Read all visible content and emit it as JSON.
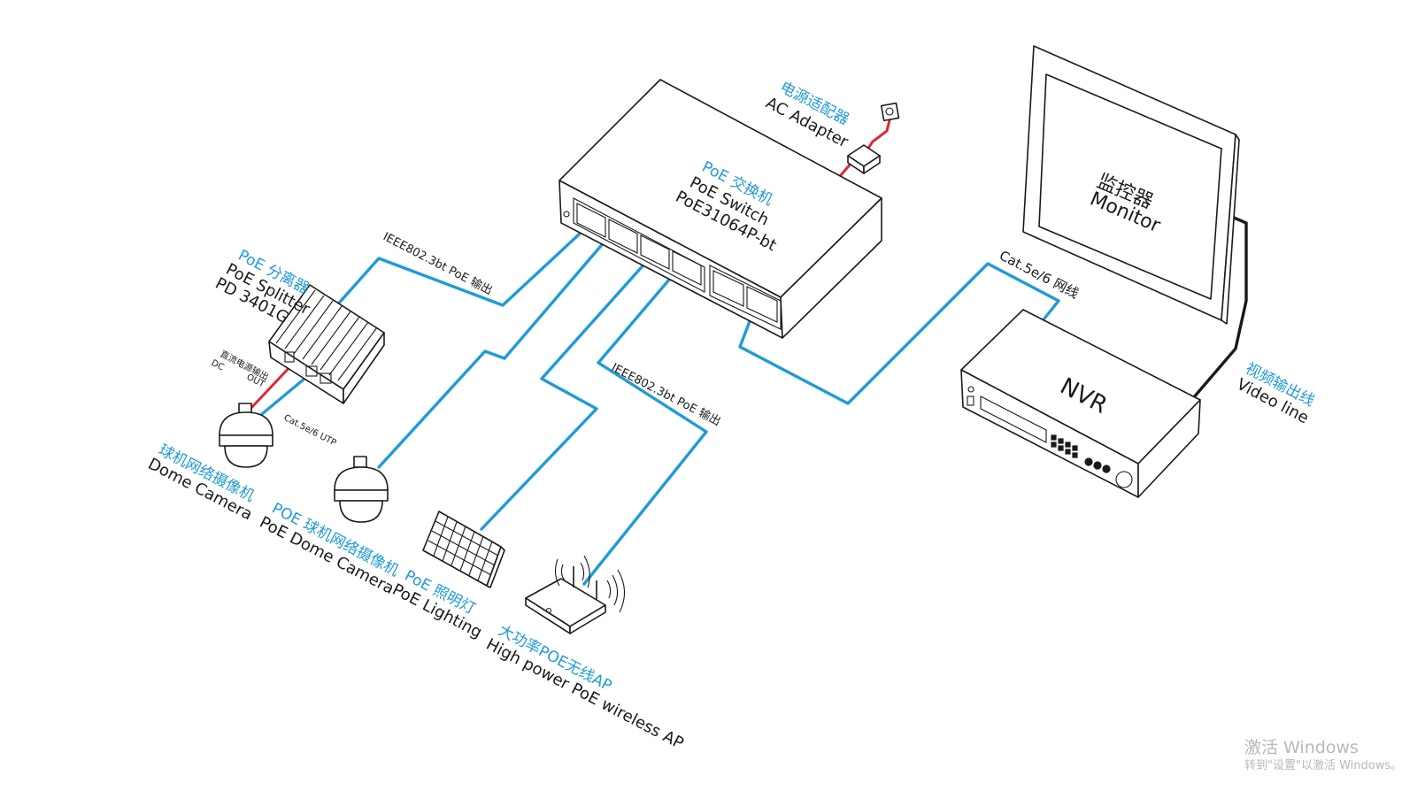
{
  "devices": {
    "switch": {
      "name_cn": "PoE 交换机",
      "name_en": "PoE Switch",
      "model": "PoE31064P-bt"
    },
    "ac_adapter": {
      "name_cn": "电源适配器",
      "name_en": "AC Adapter"
    },
    "monitor": {
      "name_cn": "监控器",
      "name_en": "Monitor"
    },
    "nvr": {
      "name": "NVR"
    },
    "splitter": {
      "name_cn": "PoE 分离器",
      "name_en": "PoE Splitter",
      "model": "PD 3401G",
      "port_label_cn": "直流电源输出",
      "port_label_dc": "DC",
      "port_label_out": "OUT"
    },
    "dome_camera": {
      "name_cn": "球机网络摄像机",
      "name_en": "Dome Camera"
    },
    "poe_dome_camera": {
      "name_cn": "POE 球机网络摄像机",
      "name_en": "PoE Dome Camera"
    },
    "poe_lighting": {
      "name_cn": "PoE 照明灯",
      "name_en": "PoE Lighting"
    },
    "wireless_ap": {
      "name_cn": "大功率POE无线AP",
      "name_en": "High power PoE wireless AP"
    }
  },
  "cables": {
    "poe_output_top": "IEEE802.3bt PoE 输出",
    "poe_output_bottom": "IEEE802.3bt PoE 输出",
    "cat_utp": "Cat.5e/6 UTP",
    "cat_network": "Cat.5e/6 网线",
    "video_line_cn": "视频输出线",
    "video_line_en": "Video line"
  },
  "colors": {
    "cable_network": "#1f9bd7",
    "cable_power": "#e0282e",
    "cable_video": "#1a1a1a",
    "label_accent": "#1f9bd7"
  },
  "watermark": {
    "title": "激活 Windows",
    "subtitle": "转到\"设置\"以激活 Windows。"
  }
}
